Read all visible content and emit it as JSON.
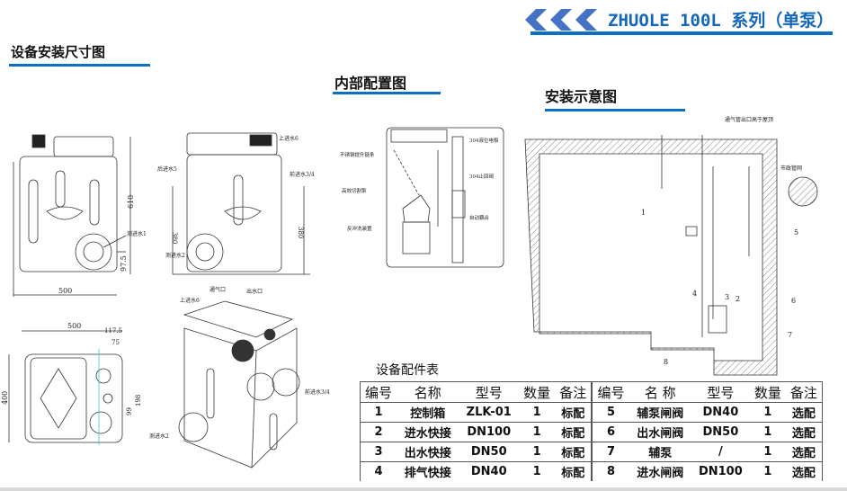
{
  "header": {
    "title": "ZHUOLE 100L 系列（单泵）",
    "accent": "#0b6fc4",
    "chevron_color": "#4472c4"
  },
  "sections": {
    "dimensions": "设备安装尺寸图",
    "internal": "内部配置图",
    "install": "安装示意图",
    "parts_table": "设备配件表"
  },
  "dimension_drawing": {
    "front": {
      "width": "500",
      "height": "610",
      "offset": "97.5",
      "label_side_inlet1": "测进水1"
    },
    "side": {
      "top_inlet": "上进水6",
      "rear_inlet": "后进水5",
      "front_inlet": "前进水3/4",
      "side_inlet2": "测进水2",
      "h_left": "380",
      "h_right": "380"
    },
    "top": {
      "width": "500",
      "depth": "400",
      "d1": "117.5",
      "d2": "75",
      "d3": "198",
      "d4": "99"
    },
    "iso": {
      "vent": "通气口",
      "outlet": "出水口",
      "top_inlet": "上进水6",
      "front_inlet": "前进水3/4",
      "side_inlet2": "测进水2"
    }
  },
  "internal_drawing": {
    "chain": "不锈钢提升链条",
    "pump": "高效切割泵",
    "backflush": "反冲洗装置",
    "level": "304液位电极",
    "check_valve": "304止回阀",
    "coupling": "自动耦合"
  },
  "install_drawing": {
    "vent_note": "通气管出口高于屋顶",
    "municipal": "市政管网",
    "callouts": [
      "1",
      "2",
      "3",
      "4",
      "5",
      "6",
      "7",
      "8"
    ]
  },
  "parts_table": {
    "headers": [
      "编号",
      "名称",
      "型号",
      "数量",
      "备注",
      "编号",
      "名 称",
      "型号",
      "数量",
      "备注"
    ],
    "rows": [
      [
        "1",
        "控制箱",
        "ZLK-01",
        "1",
        "标配",
        "5",
        "辅泵闸阀",
        "DN40",
        "1",
        "选配"
      ],
      [
        "2",
        "进水快接",
        "DN100",
        "1",
        "标配",
        "6",
        "出水闸阀",
        "DN50",
        "1",
        "选配"
      ],
      [
        "3",
        "出水快接",
        "DN50",
        "1",
        "标配",
        "7",
        "辅泵",
        "/",
        "1",
        "选配"
      ],
      [
        "4",
        "排气快接",
        "DN40",
        "1",
        "标配",
        "8",
        "进水闸阀",
        "DN100",
        "1",
        "选配"
      ]
    ]
  }
}
